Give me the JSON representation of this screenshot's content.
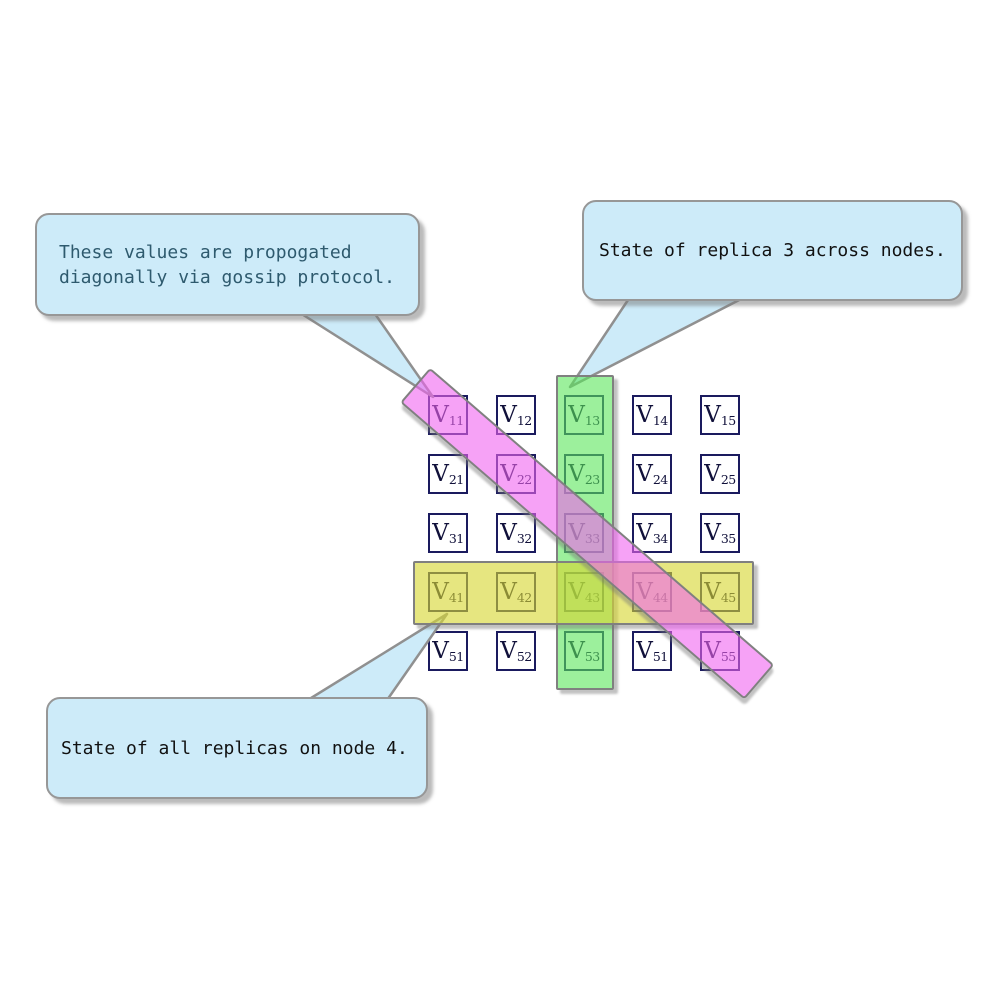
{
  "colors": {
    "background": "#ffffff",
    "bubble_fill": "#cdebf9",
    "bubble_border": "#979797",
    "gossip_text": "#2e5a6e",
    "callout_text": "#111111",
    "cell_border": "#1a1a5e",
    "cell_text": "#10103a",
    "band_border": "#808080",
    "diagonal_band_pink": "#f49cf4",
    "column_band_green": "#98ea98",
    "row_band_yellow": "#e6e680"
  },
  "callouts": {
    "gossip": {
      "line1": "These values are propogated",
      "line2": "diagonally via gossip protocol."
    },
    "replica3": {
      "text": "State of replica 3 across nodes."
    },
    "node4": {
      "text": "State of all replicas on node 4."
    }
  },
  "matrix": {
    "symbol": "V",
    "rows": 5,
    "cols": 5,
    "cells": [
      {
        "v": "V",
        "sub": "11"
      },
      {
        "v": "V",
        "sub": "12"
      },
      {
        "v": "V",
        "sub": "13"
      },
      {
        "v": "V",
        "sub": "14"
      },
      {
        "v": "V",
        "sub": "15"
      },
      {
        "v": "V",
        "sub": "21"
      },
      {
        "v": "V",
        "sub": "22"
      },
      {
        "v": "V",
        "sub": "23"
      },
      {
        "v": "V",
        "sub": "24"
      },
      {
        "v": "V",
        "sub": "25"
      },
      {
        "v": "V",
        "sub": "31"
      },
      {
        "v": "V",
        "sub": "32"
      },
      {
        "v": "V",
        "sub": "33"
      },
      {
        "v": "V",
        "sub": "34"
      },
      {
        "v": "V",
        "sub": "35"
      },
      {
        "v": "V",
        "sub": "41"
      },
      {
        "v": "V",
        "sub": "42"
      },
      {
        "v": "V",
        "sub": "43"
      },
      {
        "v": "V",
        "sub": "44"
      },
      {
        "v": "V",
        "sub": "45"
      },
      {
        "v": "V",
        "sub": "51"
      },
      {
        "v": "V",
        "sub": "52"
      },
      {
        "v": "V",
        "sub": "53"
      },
      {
        "v": "V",
        "sub": "51"
      },
      {
        "v": "V",
        "sub": "55"
      }
    ]
  },
  "highlights": {
    "diagonal_cells": [
      "11",
      "22",
      "33",
      "44",
      "55"
    ],
    "column_cells": [
      "13",
      "23",
      "33",
      "43",
      "53"
    ],
    "row_cells": [
      "41",
      "42",
      "43",
      "44",
      "45"
    ]
  }
}
